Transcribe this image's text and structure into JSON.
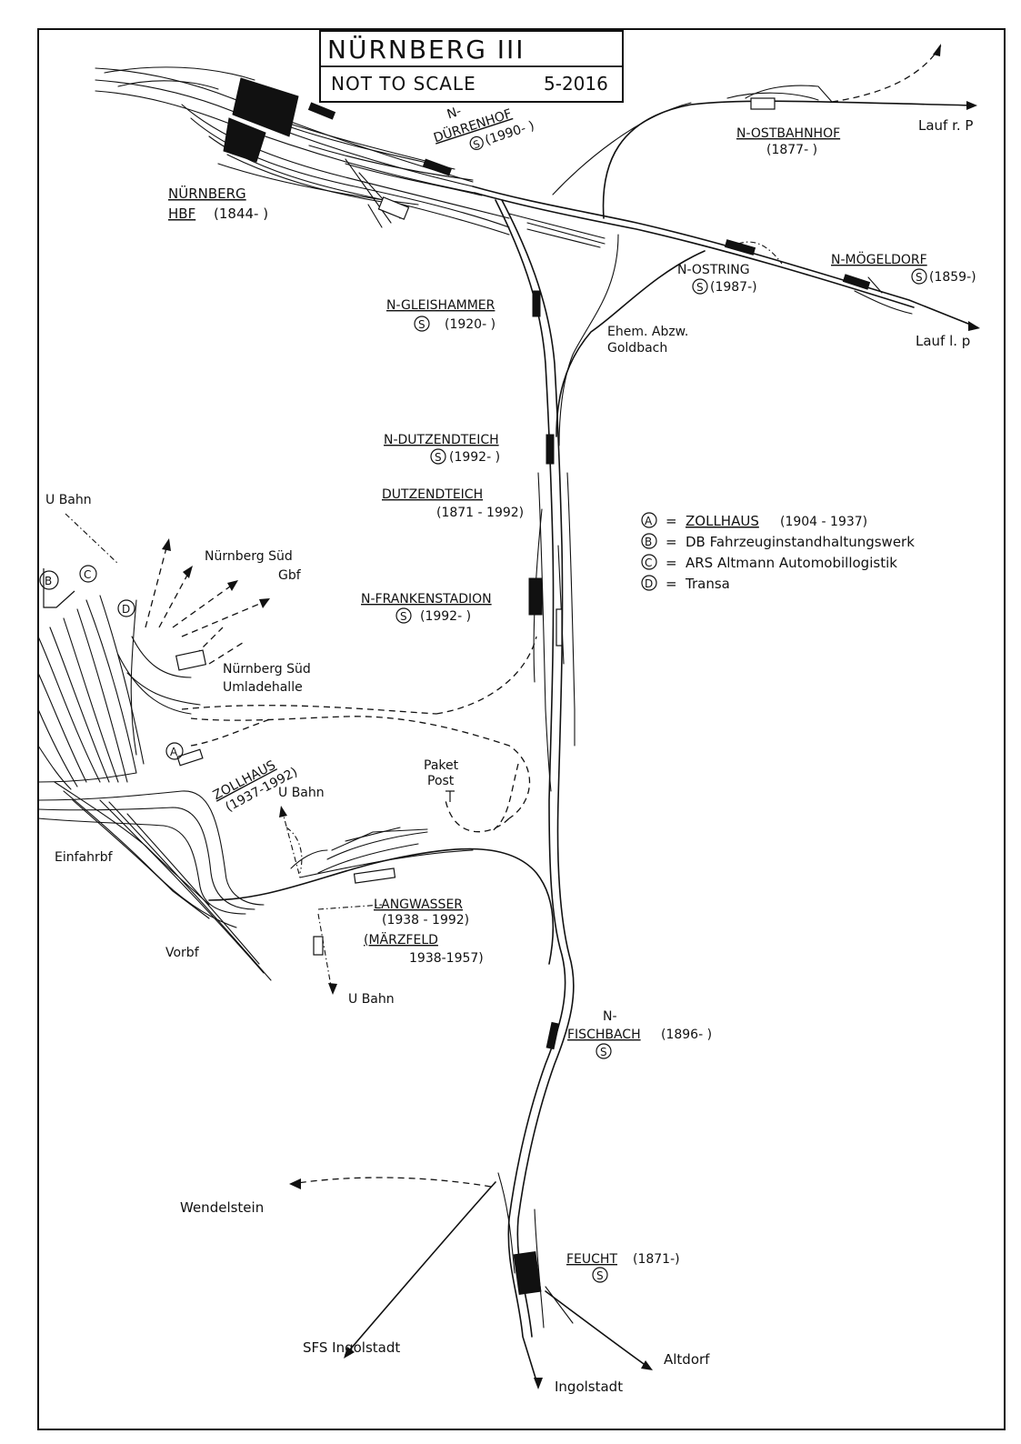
{
  "title": {
    "name": "NÜRNBERG III",
    "subtitle": "NOT TO SCALE",
    "date": "5-2016"
  },
  "stations": {
    "hbf_name": "NÜRNBERG",
    "hbf_name2": "HBF",
    "hbf_years": "(1844- )",
    "duerrenhof_pre": "N-",
    "duerrenhof_name": "DÜRRENHOF",
    "duerrenhof_years": "(1990- )",
    "ostbahnhof_name": "N-OSTBAHNHOF",
    "ostbahnhof_years": "(1877- )",
    "moegeldorf_name": "N-MÖGELDORF",
    "moegeldorf_years": "(1859-)",
    "ostring_name": "N-OSTRING",
    "ostring_years": "(1987-)",
    "gleishammer_name": "N-GLEISHAMMER",
    "gleishammer_years": "(1920- )",
    "dutzendteich_name": "N-DUTZENDTEICH",
    "dutzendteich_years": "(1992- )",
    "dutzendteich_old_name": "DUTZENDTEICH",
    "dutzendteich_old_years": "(1871 - 1992)",
    "frankenstadion_name": "N-FRANKENSTADION",
    "frankenstadion_years": "(1992- )",
    "zollhaus_name": "ZOLLHAUS",
    "zollhaus_years": "(1937-1992)",
    "langwasser_name": "LANGWASSER",
    "langwasser_years": "(1938 - 1992)",
    "maerzfeld_name": "(MÄRZFELD",
    "maerzfeld_years": "1938-1957)",
    "fischbach_pre": "N-",
    "fischbach_name": "FISCHBACH",
    "fischbach_years": "(1896- )",
    "feucht_name": "FEUCHT",
    "feucht_years": "(1871-)",
    "s_symbol": "S"
  },
  "labels": {
    "lauf_rp": "Lauf r. P",
    "lauf_lp": "Lauf l. p",
    "abzw_1": "Ehem. Abzw.",
    "abzw_2": "Goldbach",
    "ubahn_top": "U Bahn",
    "ubahn_mid": "U Bahn",
    "ubahn_bottom": "U Bahn",
    "suedgbf_1": "Nürnberg Süd",
    "suedgbf_2": "Gbf",
    "umlade_1": "Nürnberg Süd",
    "umlade_2": "Umladehalle",
    "paket_1": "Paket",
    "paket_2": "Post",
    "einfahrbf": "Einfahrbf",
    "vorbf": "Vorbf",
    "wendelstein": "Wendelstein",
    "sfs": "SFS Ingolstadt",
    "ingolstadt": "Ingolstadt",
    "altdorf": "Altdorf"
  },
  "markers": {
    "a": "A",
    "b": "B",
    "c": "C",
    "d": "D"
  },
  "legend": [
    {
      "letter": "A",
      "text": "ZOLLHAUS",
      "extra": "(1904 - 1937)"
    },
    {
      "letter": "B",
      "text": "DB Fahrzeuginstandhaltungswerk",
      "extra": ""
    },
    {
      "letter": "C",
      "text": "ARS Altmann Automobillogistik",
      "extra": ""
    },
    {
      "letter": "D",
      "text": "Transa",
      "extra": ""
    }
  ],
  "legend_eq": "="
}
